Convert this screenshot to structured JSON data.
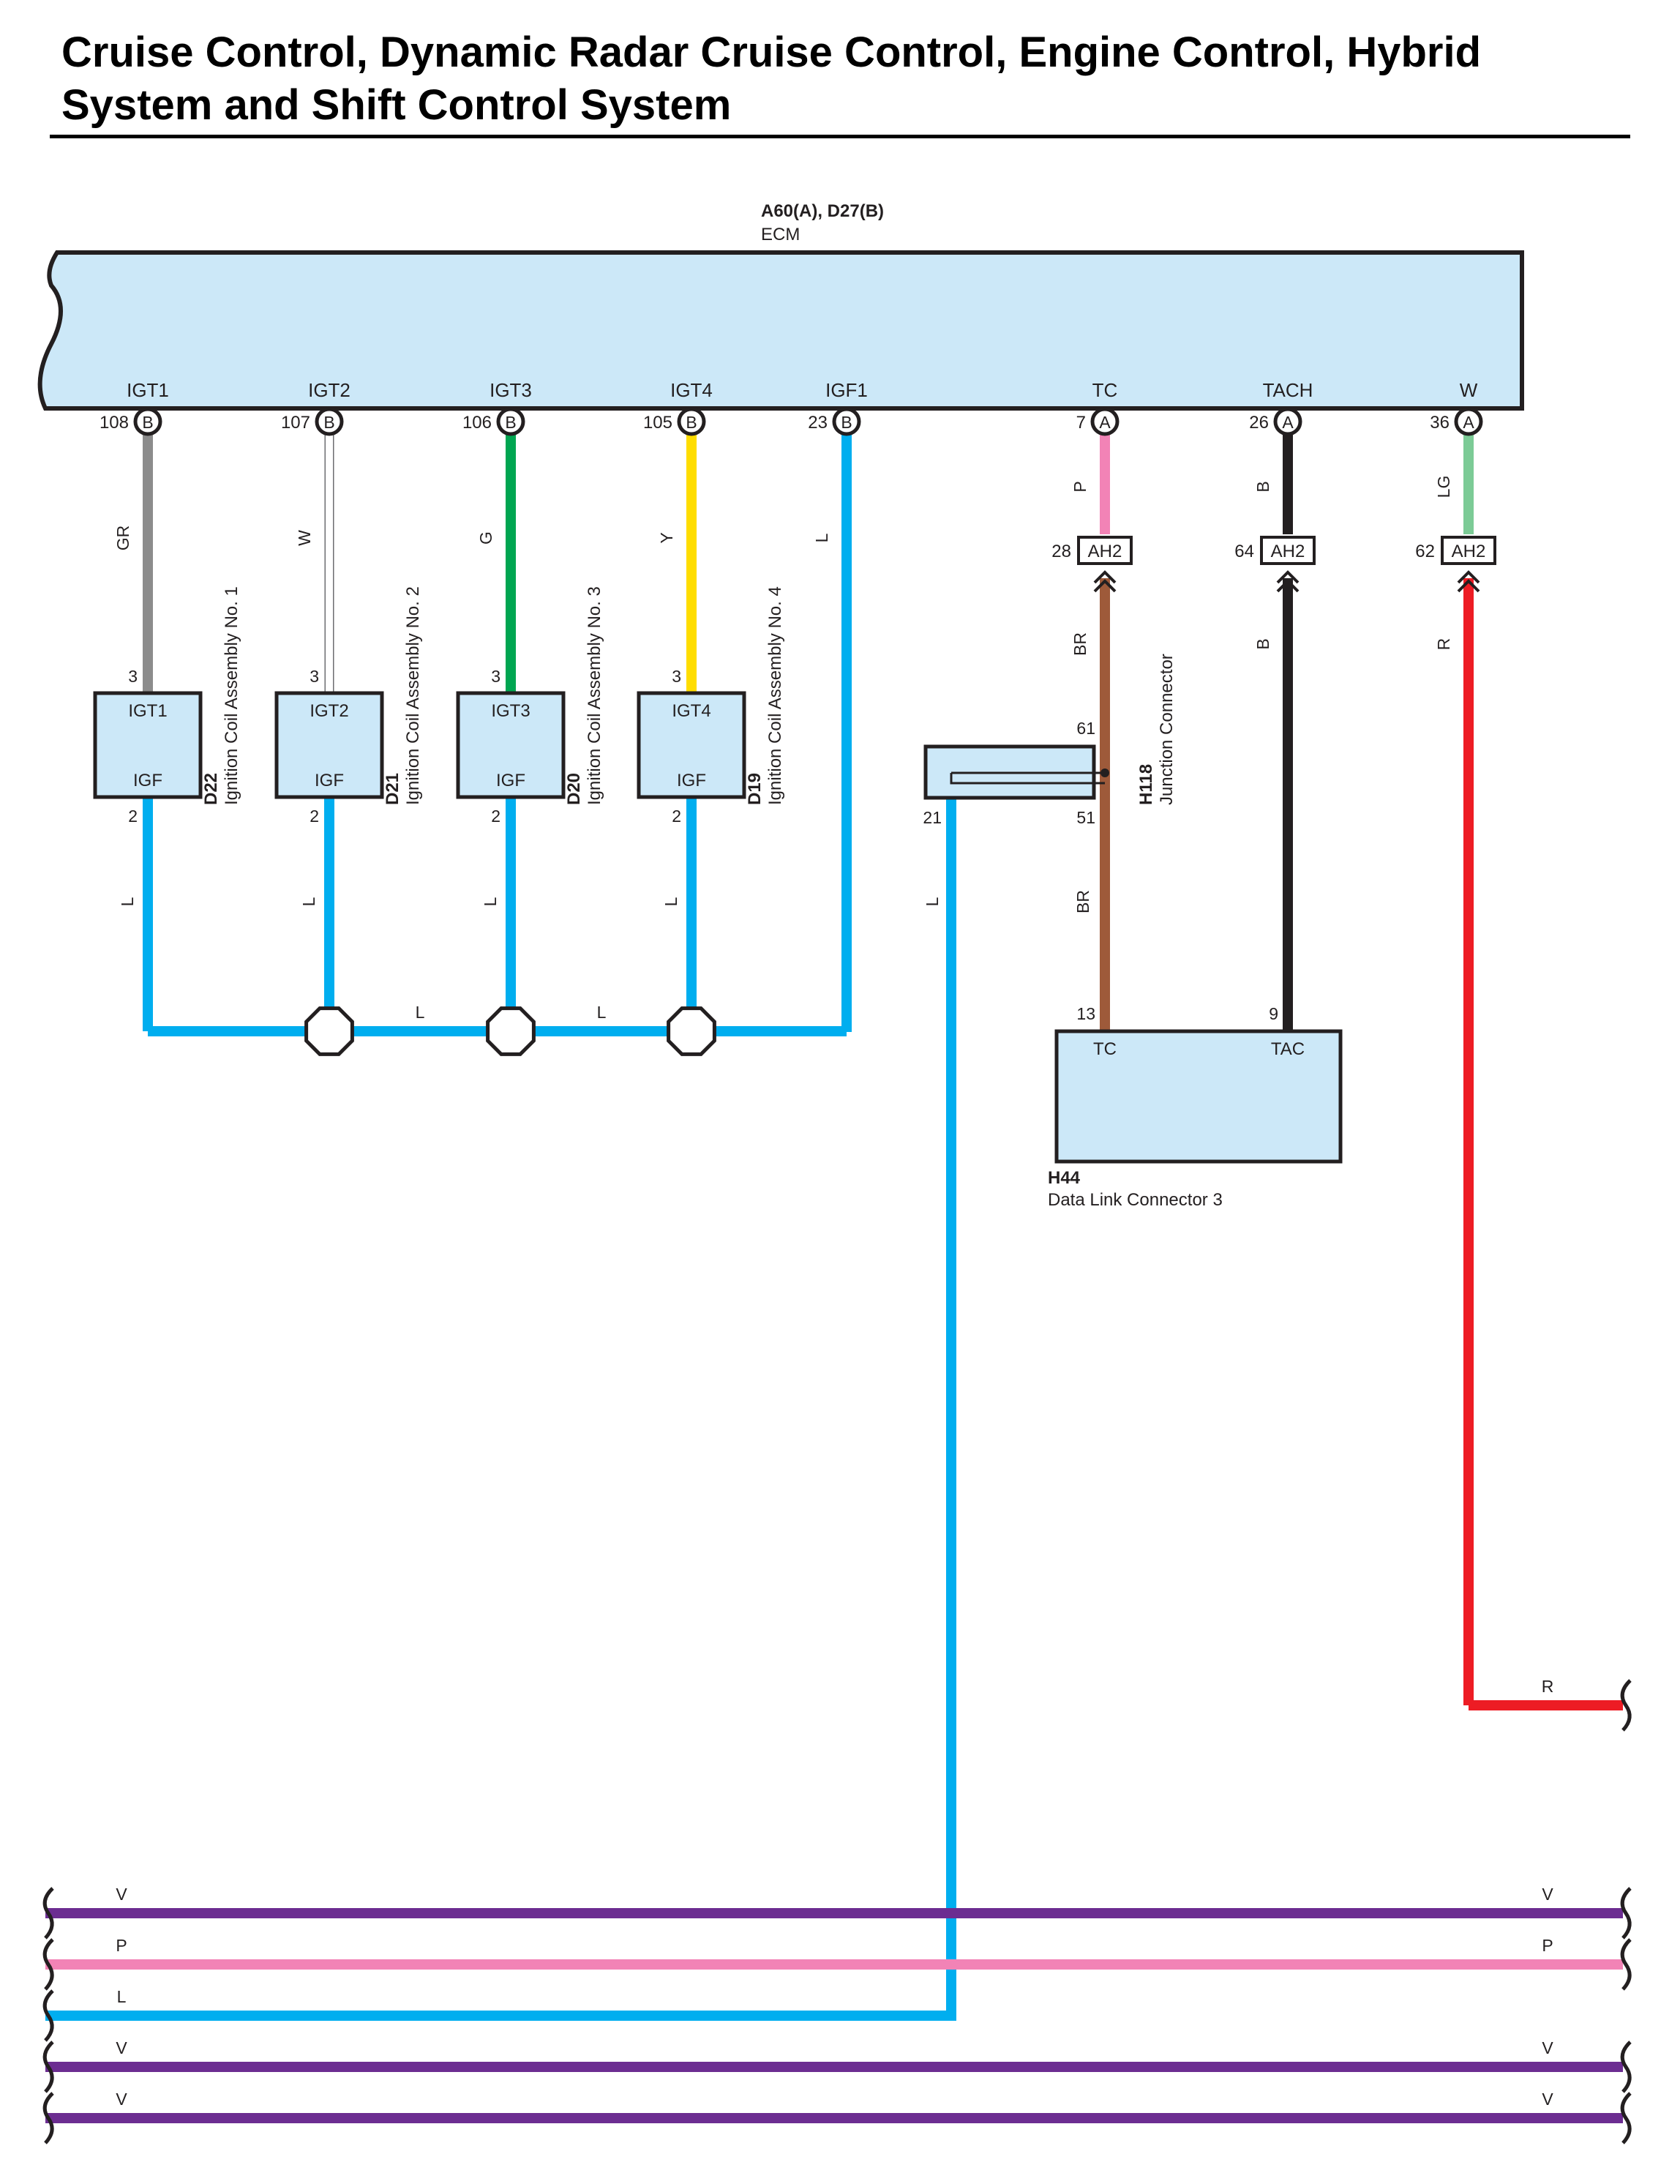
{
  "title": {
    "line1": "Cruise Control, Dynamic Radar Cruise Control, Engine Control, Hybrid",
    "line2": "System and Shift Control System"
  },
  "ecm": {
    "code": "A60(A), D27(B)",
    "name": "ECM",
    "pins": [
      {
        "label": "IGT1",
        "connector": "B",
        "pin": "108",
        "wire": "GR",
        "color": "#8c8c8c"
      },
      {
        "label": "IGT2",
        "connector": "B",
        "pin": "107",
        "wire": "W",
        "color": "#ffffff"
      },
      {
        "label": "IGT3",
        "connector": "B",
        "pin": "106",
        "wire": "G",
        "color": "#00a651"
      },
      {
        "label": "IGT4",
        "connector": "B",
        "pin": "105",
        "wire": "Y",
        "color": "#ffdd00"
      },
      {
        "label": "IGF1",
        "connector": "B",
        "pin": "23",
        "wire": "L",
        "color": "#00aeef"
      },
      {
        "label": "TC",
        "connector": "A",
        "pin": "7",
        "wire": "P",
        "color": "#f283b6"
      },
      {
        "label": "TACH",
        "connector": "A",
        "pin": "26",
        "wire": "B",
        "color": "#231f20"
      },
      {
        "label": "W",
        "connector": "A",
        "pin": "36",
        "wire": "LG",
        "color": "#7ccb96"
      }
    ]
  },
  "coils": [
    {
      "code": "D22",
      "name": "Ignition Coil Assembly No. 1",
      "in_label": "IGT1",
      "out_label": "IGF",
      "in_pin": "3",
      "out_pin": "2",
      "out_wire": "L"
    },
    {
      "code": "D21",
      "name": "Ignition Coil Assembly No. 2",
      "in_label": "IGT2",
      "out_label": "IGF",
      "in_pin": "3",
      "out_pin": "2",
      "out_wire": "L"
    },
    {
      "code": "D20",
      "name": "Ignition Coil Assembly No. 3",
      "in_label": "IGT3",
      "out_label": "IGF",
      "in_pin": "3",
      "out_pin": "2",
      "out_wire": "L"
    },
    {
      "code": "D19",
      "name": "Ignition Coil Assembly No. 4",
      "in_label": "IGT4",
      "out_label": "IGF",
      "in_pin": "3",
      "out_pin": "2",
      "out_wire": "L"
    }
  ],
  "igf_bus": {
    "wire": "L",
    "segment_labels": [
      "L",
      "L"
    ]
  },
  "ah2_connectors": [
    {
      "label": "AH2",
      "pin": "28",
      "lower_wire": "BR",
      "lower_color": "#9e5a3a"
    },
    {
      "label": "AH2",
      "pin": "64",
      "lower_wire": "B",
      "lower_color": "#231f20"
    },
    {
      "label": "AH2",
      "pin": "62",
      "lower_wire": "R",
      "lower_color": "#ed1c24"
    }
  ],
  "junction": {
    "code": "H118",
    "name": "Junction Connector",
    "pin_top": "61",
    "pin_bottom": "51",
    "pin_left": "21",
    "bottom_wire": "BR",
    "left_wire": "L"
  },
  "dlc": {
    "code": "H44",
    "name": "Data Link Connector 3",
    "tc_label": "TC",
    "tac_label": "TAC",
    "tc_pin": "13",
    "tac_pin": "9"
  },
  "r_exit_label": "R",
  "bus_lines": [
    {
      "left_label": "V",
      "right_label": "V",
      "color": "#6c2d91"
    },
    {
      "left_label": "P",
      "right_label": "P",
      "color": "#f283b6"
    },
    {
      "left_label": "L",
      "right_label": "",
      "color": "#00aeef"
    },
    {
      "left_label": "V",
      "right_label": "V",
      "color": "#6c2d91"
    },
    {
      "left_label": "V",
      "right_label": "V",
      "color": "#6c2d91"
    }
  ],
  "colors": {
    "component_fill": "#cce8f8",
    "line": "#231f20",
    "L": "#00aeef"
  }
}
